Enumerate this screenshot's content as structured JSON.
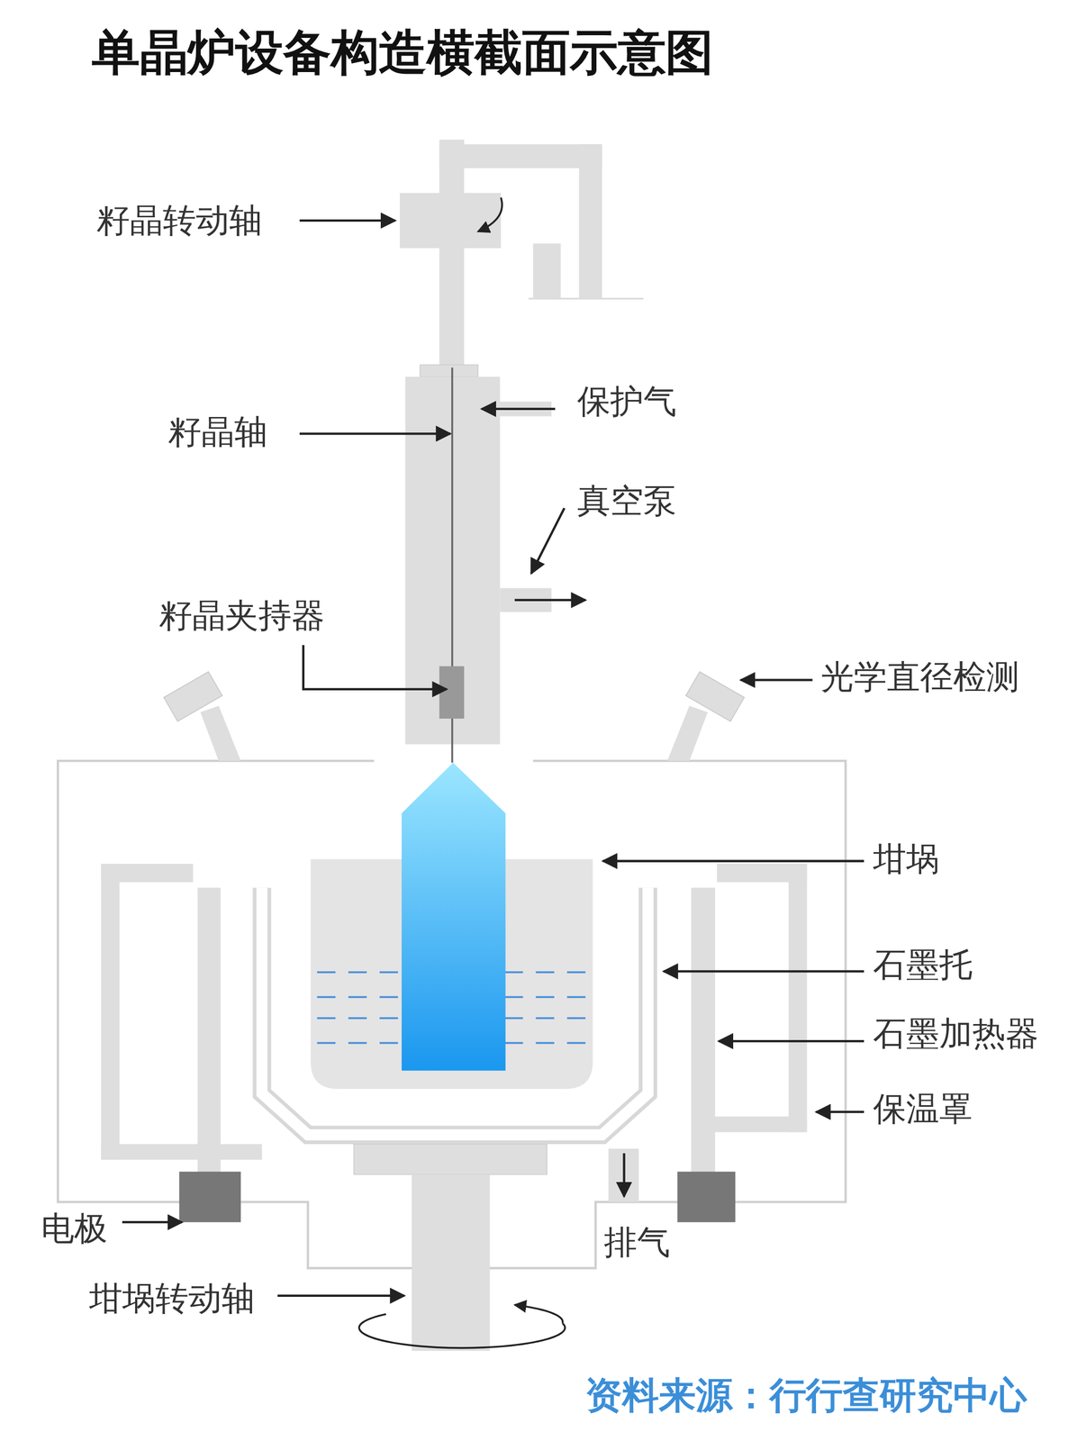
{
  "diagram": {
    "title": "单晶炉设备构造横截面示意图",
    "caption": "资料来源：行行查研究中心",
    "labels": [
      "籽晶转动轴",
      "保护气",
      "籽晶轴",
      "真空泵",
      "籽晶夹持器",
      "光学直径检测",
      "坩埚",
      "石墨托",
      "石墨加热器",
      "保温罩",
      "电极",
      "排气",
      "坩埚转动轴"
    ]
  }
}
